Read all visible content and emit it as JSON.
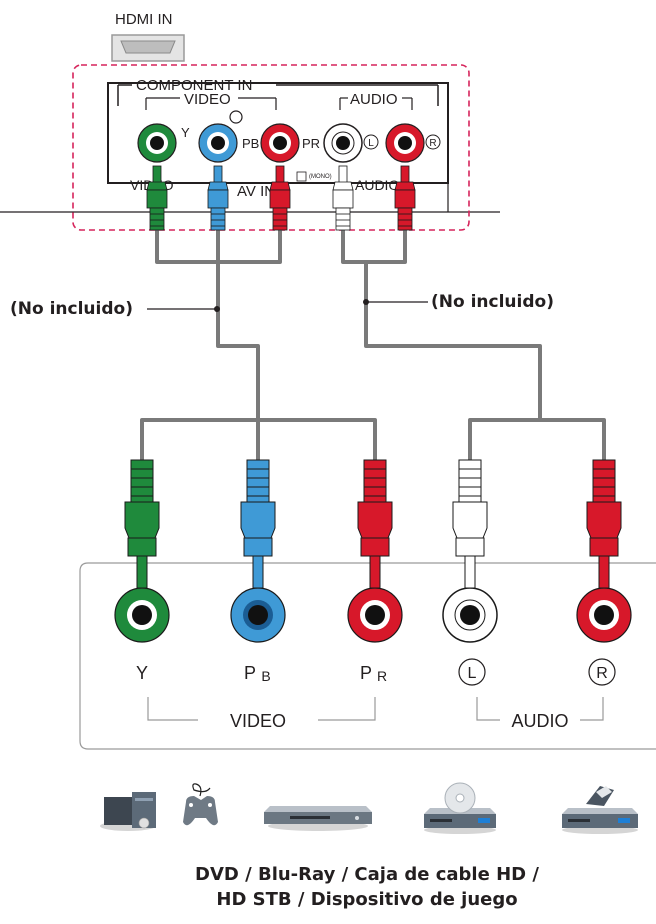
{
  "tv_panel": {
    "hdmi_label": "HDMI IN",
    "component_title": "COMPONENT IN",
    "video_group": "VIDEO",
    "audio_group": "AUDIO",
    "y_label": "Y",
    "pb_label": "PB",
    "pr_label": "PR",
    "l_label": "L",
    "r_label": "R",
    "av_in_label": "AV IN",
    "video_under": "VIDEO",
    "audio_under": "AUDIO",
    "mono_label": "(MONO)"
  },
  "cables": {
    "left_label": "(No incluido)",
    "right_label": "(No incluido)"
  },
  "device": {
    "y_label": "Y",
    "pb_label": "P",
    "pb_sub": "B",
    "pr_label": "P",
    "pr_sub": "R",
    "l_label": "L",
    "r_label": "R",
    "video_group": "VIDEO",
    "audio_group": "AUDIO"
  },
  "caption": {
    "line1": "DVD / Blu-Ray / Caja de cable HD /",
    "line2": "HD STB / Dispositivo de juego"
  },
  "colors": {
    "green": "#1f8a3c",
    "blue": "#3f9ad6",
    "red": "#d7182a",
    "white": "#ffffff",
    "cable": "#7a7a7a",
    "dashed": "#d6245b"
  },
  "icons": [
    "pc-tower-icon",
    "gamepad-icon",
    "dvd-player-icon",
    "disc-player-icon",
    "set-top-box-icon"
  ]
}
